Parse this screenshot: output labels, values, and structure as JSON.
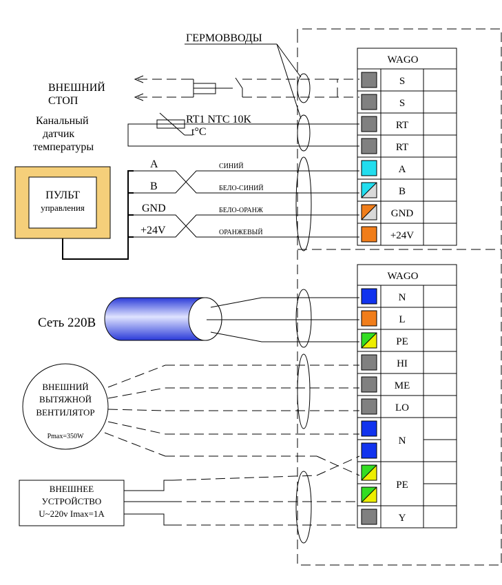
{
  "labels": {
    "germovvody": "ГЕРМОВВОДЫ",
    "ext_stop_1": "ВНЕШНИЙ",
    "ext_stop_2": "СТОП",
    "sensor_1": "Канальный",
    "sensor_2": "датчик",
    "sensor_3": "температуры",
    "rt_label": "RT1 NTC 10K",
    "tc_label": "t°C",
    "panel_1": "ПУЛЬТ",
    "panel_2": "управления",
    "mains": "Сеть 220В",
    "fan_1": "ВНЕШНИЙ",
    "fan_2": "ВЫТЯЖНОЙ",
    "fan_3": "ВЕНТИЛЯТОР",
    "fan_power": "Pmax=350W",
    "dev_1": "ВНЕШНЕЕ",
    "dev_2": "УСТРОЙСТВО",
    "dev_3": "U~220v Imax=1A"
  },
  "bus": {
    "a": "A",
    "b": "B",
    "gnd": "GND",
    "v24": "+24V",
    "c_a": "СИНИЙ",
    "c_b": "БЕЛО-СИНИЙ",
    "c_gnd": "БЕЛО-ОРАНЖ",
    "c_v24": "ОРАНЖЕВЫЙ"
  },
  "blocks": [
    {
      "header": "WAGO",
      "terminals": [
        {
          "label": "S",
          "color": "#808080"
        },
        {
          "label": "S",
          "color": "#808080"
        },
        {
          "label": "RT",
          "color": "#808080"
        },
        {
          "label": "RT",
          "color": "#808080"
        },
        {
          "label": "A",
          "color": "#22ddee"
        },
        {
          "label": "B",
          "color": "#22ddee",
          "color2": "#d9d9d9"
        },
        {
          "label": "GND",
          "color": "#f07d1a",
          "color2": "#d9d9d9"
        },
        {
          "label": "+24V",
          "color": "#f07d1a"
        }
      ]
    },
    {
      "header": "WAGO",
      "terminals": [
        {
          "label": "N",
          "color": "#1133ee"
        },
        {
          "label": "L",
          "color": "#f07d1a"
        },
        {
          "label": "PE",
          "color": "#33dd22",
          "color2": "#eeee00"
        },
        {
          "label": "HI",
          "color": "#808080"
        },
        {
          "label": "ME",
          "color": "#808080"
        },
        {
          "label": "LO",
          "color": "#808080"
        },
        {
          "label": "N",
          "color": "#1133ee"
        },
        {
          "label": "",
          "color": "#1133ee"
        },
        {
          "label": "PE",
          "color": "#33dd22",
          "color2": "#eeee00"
        },
        {
          "label": "",
          "color": "#33dd22",
          "color2": "#eeee00"
        },
        {
          "label": "Y",
          "color": "#808080"
        }
      ]
    }
  ],
  "colors": {
    "panel_outer": "#f5cf7a",
    "cable_fill": "#3344dd"
  }
}
